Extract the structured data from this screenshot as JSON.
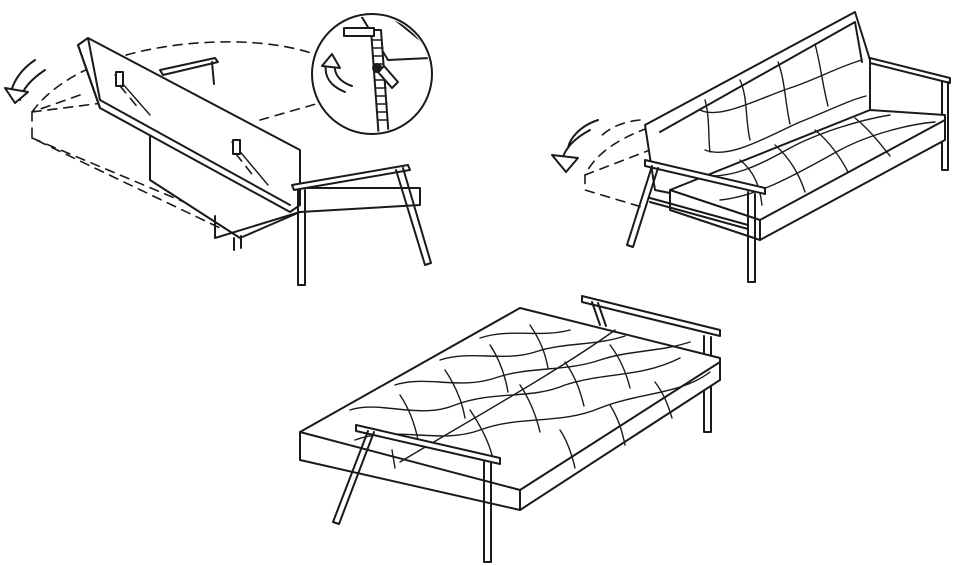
{
  "diagram": {
    "type": "assembly-instructions",
    "steps": [
      {
        "id": "step-1",
        "depicts": "backrest-being-lowered",
        "has_detail_callout": true
      },
      {
        "id": "step-2",
        "depicts": "sofa-upright-backrest-folding"
      },
      {
        "id": "step-3",
        "depicts": "sofa-bed-flat"
      }
    ],
    "colors": {
      "line": "#1a1a1a",
      "background": "#ffffff"
    },
    "icons": [
      "rotate-arrow-icon",
      "hinge-mechanism-icon"
    ]
  }
}
